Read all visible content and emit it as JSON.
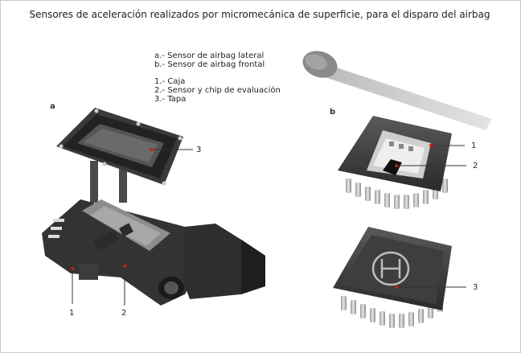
{
  "title": "Sensores de aceleración realizados por micromecánica de superficie, para el disparo del airbag",
  "legend": {
    "a": "a.- Sensor de airbag lateral",
    "b": "b.- Sensor de airbag frontal",
    "p1": "1.- Caja",
    "p2": "2.- Sensor y chip de evaluación",
    "p3": "3.- Tapa"
  },
  "section_labels": {
    "a": "a",
    "b": "b"
  },
  "callouts": {
    "a_lid_3": "3",
    "a_body_1": "1",
    "a_chip_2": "2",
    "b_top_1": "1",
    "b_top_2": "2",
    "b_bottom_3": "3"
  },
  "colors": {
    "marker": "#d01818",
    "line": "#333333"
  }
}
